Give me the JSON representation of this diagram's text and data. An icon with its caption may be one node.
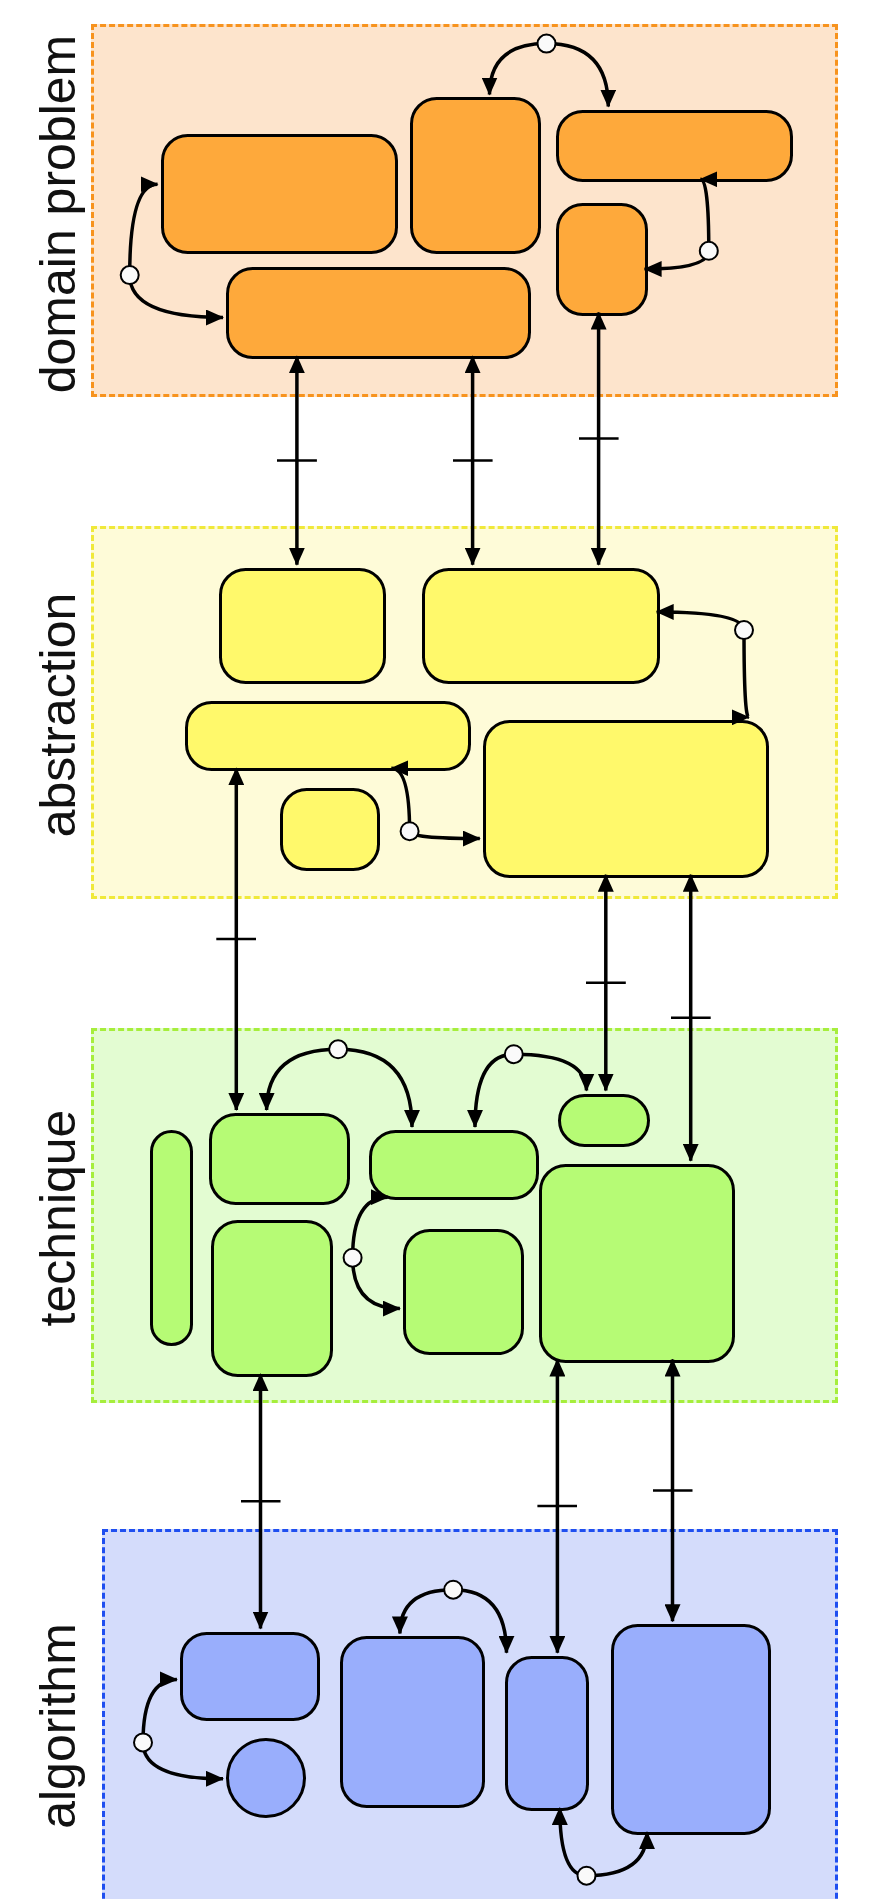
{
  "diagram": {
    "nodes": [
      {
        "text": [
          "domain problem"
        ]
      },
      {
        "text": [],
        "shape": "box",
        "in": 0
      },
      {
        "text": [],
        "shape": "box",
        "in": 0
      },
      {
        "text": [],
        "shape": "box",
        "in": 0
      },
      {
        "text": [],
        "shape": "box",
        "in": 0
      },
      {
        "text": [],
        "shape": "box",
        "in": 0
      },
      {
        "text": [
          "abstraction"
        ]
      },
      {
        "text": [],
        "shape": "box",
        "in": 6
      },
      {
        "text": [],
        "shape": "box",
        "in": 6
      },
      {
        "text": [],
        "shape": "box",
        "in": 6
      },
      {
        "text": [],
        "shape": "box",
        "in": 6
      },
      {
        "text": [],
        "shape": "box",
        "in": 6
      },
      {
        "text": [
          "technique"
        ]
      },
      {
        "text": [],
        "shape": "box",
        "in": 12
      },
      {
        "text": [],
        "shape": "box",
        "in": 12
      },
      {
        "text": [],
        "shape": "box",
        "in": 12
      },
      {
        "text": [],
        "shape": "box",
        "in": 12
      },
      {
        "text": [],
        "shape": "box",
        "in": 12
      },
      {
        "text": [],
        "shape": "box",
        "in": 12
      },
      {
        "text": [],
        "shape": "box",
        "in": 12
      },
      {
        "text": [
          "algorithm"
        ]
      },
      {
        "text": [],
        "shape": "box",
        "in": 20
      },
      {
        "text": [],
        "shape": "circle",
        "in": 20
      },
      {
        "text": [],
        "shape": "box",
        "in": 20
      },
      {
        "text": [],
        "shape": "box",
        "in": 20
      },
      {
        "text": [],
        "shape": "box",
        "in": 20
      }
    ],
    "edges": [
      {
        "from": 1,
        "to": 4,
        "arrow": "both"
      },
      {
        "from": 2,
        "to": 3,
        "arrow": "both"
      },
      {
        "from": 3,
        "to": 5,
        "arrow": "both"
      },
      {
        "from": 4,
        "to": 7,
        "arrow": "both"
      },
      {
        "from": 4,
        "to": 8,
        "arrow": "both"
      },
      {
        "from": 5,
        "to": 8,
        "arrow": "both"
      },
      {
        "from": 8,
        "to": 11,
        "arrow": "both"
      },
      {
        "from": 9,
        "to": 11,
        "arrow": "both"
      },
      {
        "from": 9,
        "to": 14,
        "arrow": "both"
      },
      {
        "from": 11,
        "to": 18,
        "arrow": "both"
      },
      {
        "from": 11,
        "to": 19,
        "arrow": "both"
      },
      {
        "from": 14,
        "to": 15,
        "arrow": "both"
      },
      {
        "from": 15,
        "to": 18,
        "arrow": "both"
      },
      {
        "from": 15,
        "to": 17,
        "arrow": "both"
      },
      {
        "from": 16,
        "to": 21,
        "arrow": "both"
      },
      {
        "from": 19,
        "to": 24,
        "arrow": "both"
      },
      {
        "from": 19,
        "to": 25,
        "arrow": "both"
      },
      {
        "from": 21,
        "to": 22,
        "arrow": "both"
      },
      {
        "from": 23,
        "to": 24,
        "arrow": "both"
      },
      {
        "from": 24,
        "to": 25,
        "arrow": "both"
      }
    ]
  }
}
